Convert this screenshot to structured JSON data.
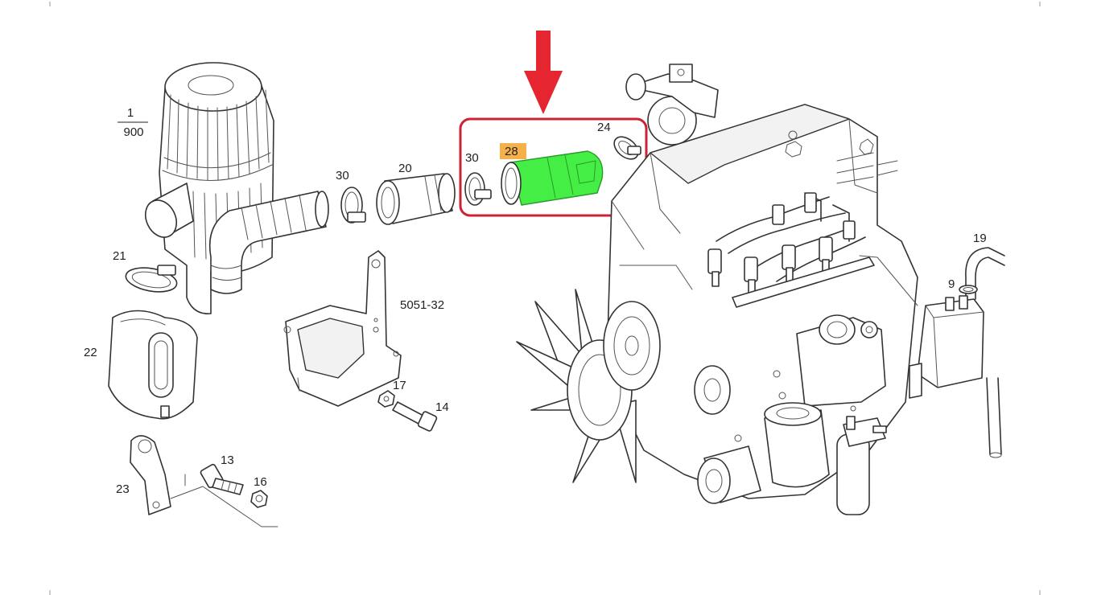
{
  "diagram": {
    "labels": {
      "p1_num": "1",
      "p1_den": "900",
      "p30a": "30",
      "p20": "20",
      "p30b": "30",
      "p28": "28",
      "p24": "24",
      "p21": "21",
      "p22": "22",
      "p5051": "5051-32",
      "p17": "17",
      "p14": "14",
      "p13": "13",
      "p16": "16",
      "p23": "23",
      "p19": "19",
      "p9": "9"
    },
    "colors": {
      "highlight_box": "#cc2233",
      "arrow": "#e52530",
      "highlight_part": "#44ee44",
      "label_highlight": "#f6b04a",
      "line": "#333333"
    },
    "highlighted_part": "28"
  }
}
